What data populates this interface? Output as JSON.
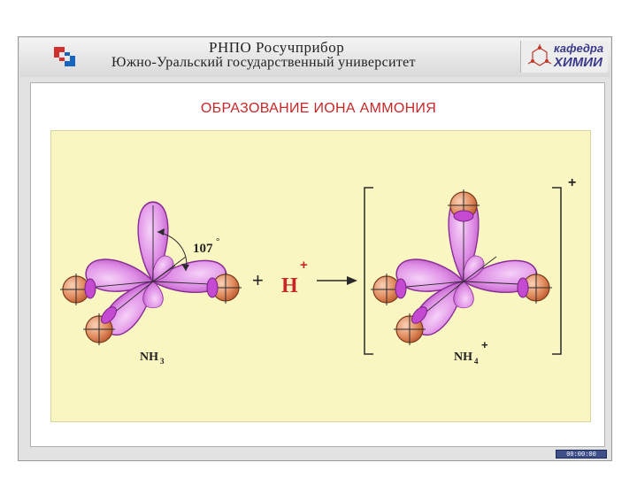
{
  "header": {
    "org_line1": "РНПО Росучприбор",
    "org_line2": "Южно-Уральский государственный университет",
    "dept_line1": "кафедра",
    "dept_line2": "ХИМИИ"
  },
  "slide": {
    "title": "ОБРАЗОВАНИЕ ИОНА АММОНИЯ",
    "angle_value": "107",
    "angle_unit": "°",
    "ammonia_formula": "NH",
    "ammonia_subscript": "3",
    "plus_sign": "+",
    "proton_symbol": "H",
    "proton_charge": "+",
    "ion_formula": "NH",
    "ion_subscript": "4",
    "ion_charge": "+",
    "bracket_charge": "+"
  },
  "footer": {
    "page_indicator": "00:00:00"
  },
  "colors": {
    "lobe": "#d77fe0",
    "lobe_edge": "#8a2c96",
    "hydrogen": "#e08a5c",
    "accent": "#c62828"
  }
}
